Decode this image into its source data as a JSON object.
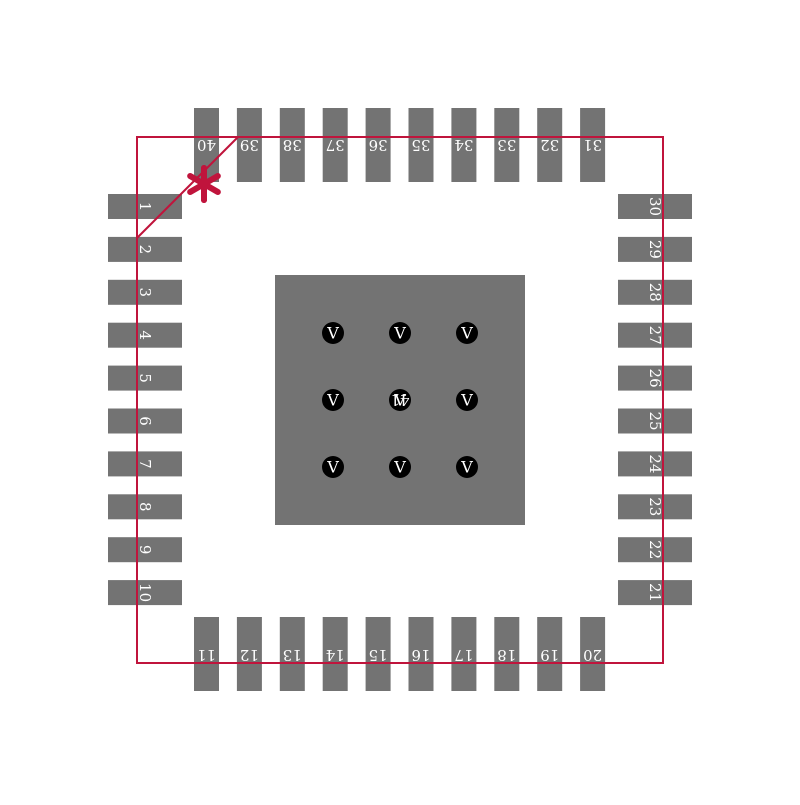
{
  "colors": {
    "pad": "#737373",
    "outline": "#c0143c",
    "pin_label": "#ffffff",
    "via": "#000000",
    "via_label": "#ffffff",
    "background": "#ffffff"
  },
  "pins": {
    "left": [
      "1",
      "2",
      "3",
      "4",
      "5",
      "6",
      "7",
      "8",
      "9",
      "10"
    ],
    "bottom": [
      "11",
      "12",
      "13",
      "14",
      "15",
      "16",
      "17",
      "18",
      "19",
      "20"
    ],
    "right": [
      "21",
      "22",
      "23",
      "24",
      "25",
      "26",
      "27",
      "28",
      "29",
      "30"
    ],
    "top": [
      "31",
      "32",
      "33",
      "34",
      "35",
      "36",
      "37",
      "38",
      "39",
      "40"
    ]
  },
  "thermal_pad": {
    "label": "41",
    "vias": [
      "V",
      "V",
      "V",
      "V",
      "V",
      "V",
      "V",
      "V",
      "V"
    ]
  },
  "pin1_marker": {
    "icon": "asterisk-icon"
  }
}
